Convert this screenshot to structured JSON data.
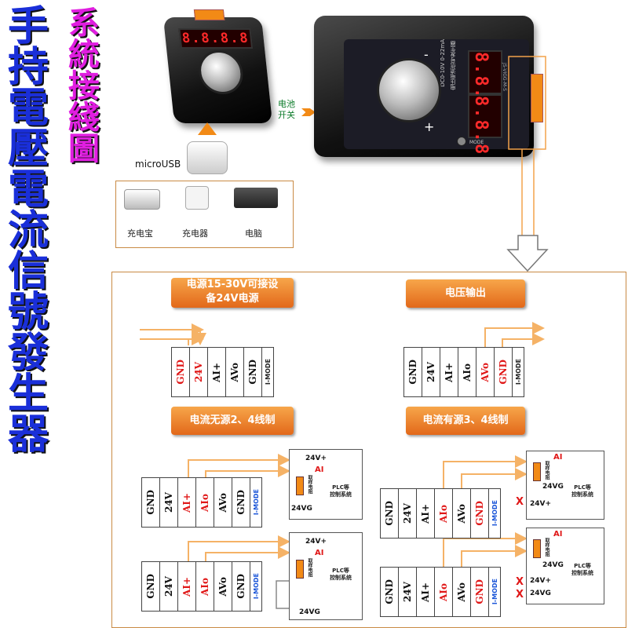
{
  "title": {
    "main_chars": [
      "手",
      "持",
      "電",
      "壓",
      "電",
      "流",
      "信",
      "號",
      "發",
      "生",
      "器"
    ],
    "sub_chars": [
      "系",
      "統",
      "接",
      "綫",
      "圖"
    ]
  },
  "device_small": {
    "display": "8.8.8.8"
  },
  "device_large": {
    "display_top": "8.8.8",
    "display_bottom": "8.8.8",
    "label_top": "DC0-10V  0-22mA",
    "label_mid": "电压电流信号发生器",
    "model": "JS-VIGG-M-S",
    "mode_label": "MODE",
    "plus": "+",
    "minus": "-"
  },
  "battery_switch": {
    "line1": "电池",
    "line2": "开关"
  },
  "microusb_label": "microUSB",
  "power_sources": [
    "充电宝",
    "充电器",
    "电脑"
  ],
  "colors": {
    "orange": "#f28a16",
    "blue_title": "#1a2fd9",
    "magenta": "#e01ee0",
    "red": "#e01818"
  },
  "sections": {
    "power": {
      "title_line1": "电源15-30V可接设",
      "title_line2": "备24V电源"
    },
    "voltage": {
      "title": "电压输出"
    },
    "passive": {
      "title": "电流无源2、4线制"
    },
    "active": {
      "title": "电流有源3、4线制"
    }
  },
  "terminal_labels": [
    "GND",
    "24V",
    "AI+",
    "AIo",
    "AVo",
    "GND",
    "I-MODE"
  ],
  "terminal_labels_power": [
    "GND",
    "24V",
    "AI+",
    "AVo",
    "GND",
    "I-MODE"
  ],
  "plc": {
    "v24p": "24V+",
    "ai": "AI",
    "v24g": "24VG",
    "name_line1": "PLC等",
    "name_line2": "控制系统",
    "resistor": "取样电阻",
    "x": "X"
  }
}
